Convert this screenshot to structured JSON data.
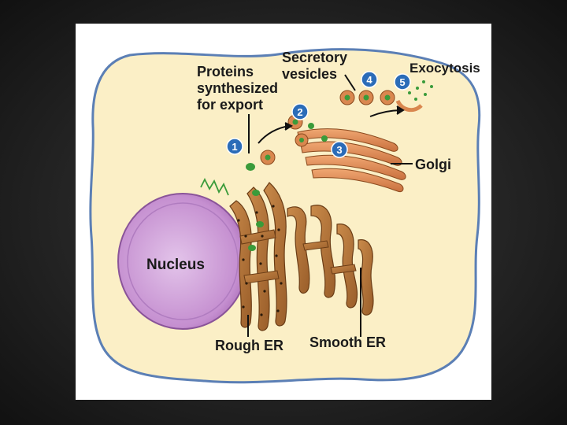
{
  "labels": {
    "proteins": [
      "Proteins",
      "synthesized",
      "for export"
    ],
    "secretory": [
      "Secretory",
      "vesicles"
    ],
    "exocytosis": "Exocytosis",
    "golgi": "Golgi",
    "nucleus": "Nucleus",
    "rough_er": "Rough ER",
    "smooth_er": "Smooth ER"
  },
  "steps": [
    "1",
    "2",
    "3",
    "4",
    "5"
  ],
  "colors": {
    "cytoplasm": "#fbefc6",
    "membrane": "#5b7fb5",
    "nucleus": "#cda0d6",
    "er": "#b8763a",
    "golgi": "#d9874f",
    "vesicle_cargo": "#3a9b3a",
    "step_badge": "#2b6cb8"
  },
  "icons": {
    "ribosome": "dot",
    "step_marker": "numbered-circle"
  }
}
